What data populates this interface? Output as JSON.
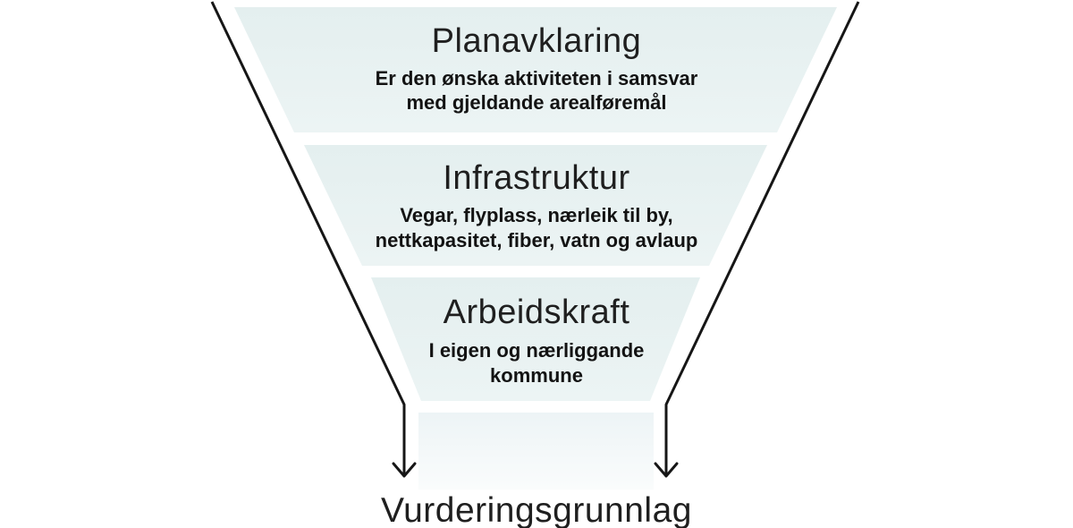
{
  "diagram": {
    "type": "funnel",
    "background": "#ffffff",
    "sections": [
      {
        "title": "Planavklaring",
        "subtitle_lines": [
          "Er den ønska aktiviteten i samsvar",
          "med gjeldande arealføremål"
        ]
      },
      {
        "title": "Infrastruktur",
        "subtitle_lines": [
          "Vegar, flyplass, nærleik til by,",
          "nettkapasitet, fiber, vatn og avlaup"
        ]
      },
      {
        "title": "Arbeidskraft",
        "subtitle_lines": [
          "I eigen og nærliggande",
          "kommune"
        ]
      }
    ],
    "result_label": "Vurderingsgrunnlag",
    "icons": {
      "left_arrow": "down-arrow-icon",
      "right_arrow": "down-arrow-icon"
    },
    "colors": {
      "section_fill_top": "#e4efef",
      "section_fill_bottom": "#ecf4f4",
      "stem_fill_top": "#edf4f6",
      "stem_fill_bottom": "#fafcfc",
      "arrow_line": "#161616",
      "title_text": "#1f1f1f",
      "subtitle_text": "#131313"
    }
  }
}
